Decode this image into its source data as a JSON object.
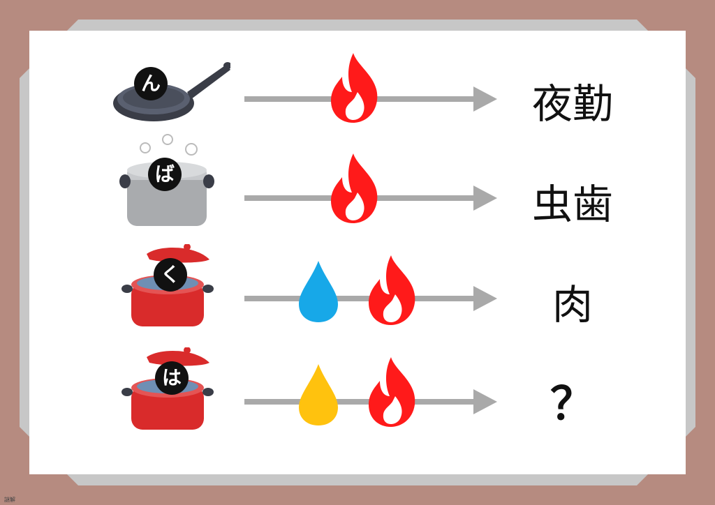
{
  "rows": [
    {
      "badge": "ん",
      "pot": "frying-pan",
      "conditions": [
        "fire"
      ],
      "answer": "夜勤"
    },
    {
      "badge": "ば",
      "pot": "steamer",
      "conditions": [
        "fire"
      ],
      "answer": "虫歯"
    },
    {
      "badge": "く",
      "pot": "red-pot",
      "conditions": [
        "water",
        "fire"
      ],
      "answer": "肉"
    },
    {
      "badge": "は",
      "pot": "red-pot",
      "conditions": [
        "oil",
        "fire"
      ],
      "answer": "？"
    }
  ],
  "colors": {
    "frame": "#b68b80",
    "frame_inner": "#c7c7c7",
    "panel": "#ffffff",
    "arrow": "#a9a9a9",
    "fire": "#ff1a1a",
    "water": "#17a8e8",
    "oil": "#ffc20e",
    "pot_red": "#d92b2b"
  },
  "credit": "謎解"
}
